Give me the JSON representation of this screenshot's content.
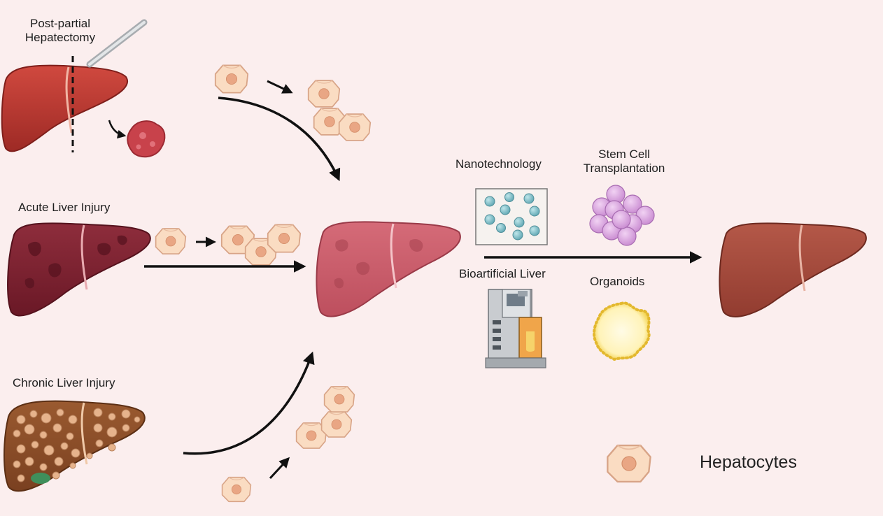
{
  "conditions": {
    "hepatectomy": "Post-partial\nHepatectomy",
    "acute": "Acute Liver Injury",
    "chronic": "Chronic Liver Injury"
  },
  "therapies": {
    "nanotechnology": "Nanotechnology",
    "stem_cell": "Stem Cell\nTransplantation",
    "bioartificial": "Bioartificial Liver",
    "organoids": "Organoids"
  },
  "legend": {
    "hepatocytes": "Hepatocytes"
  }
}
